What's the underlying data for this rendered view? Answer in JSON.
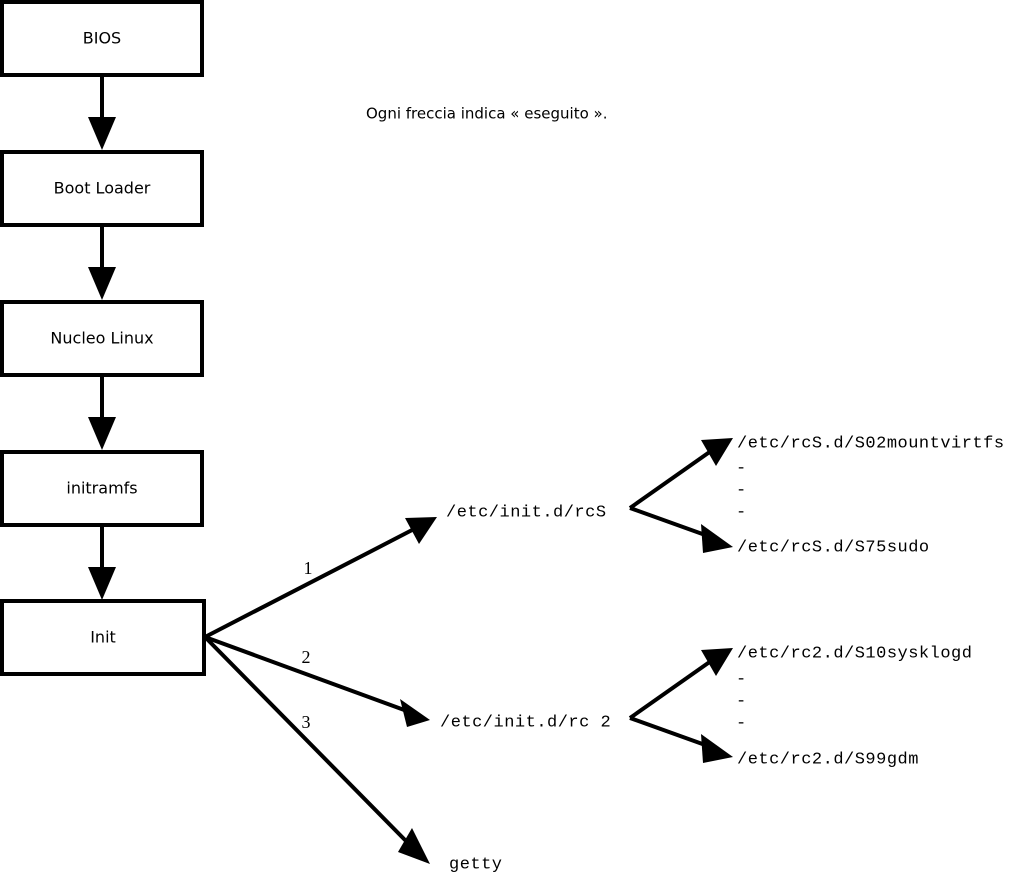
{
  "diagram": {
    "title": "Linux boot process flowchart",
    "caption": "Ogni freccia indica « eseguito ».",
    "colors": {
      "background": "#ffffff",
      "stroke": "#000000",
      "box_fill": "#ffffff"
    },
    "boxes": [
      {
        "id": "bios",
        "label": "BIOS"
      },
      {
        "id": "bootloader",
        "label": "Boot Loader"
      },
      {
        "id": "kernel",
        "label": "Nucleo Linux"
      },
      {
        "id": "initramfs",
        "label": "initramfs"
      },
      {
        "id": "init",
        "label": "Init"
      }
    ],
    "edge_numbers": [
      {
        "id": "edge-1",
        "label": "1"
      },
      {
        "id": "edge-2",
        "label": "2"
      },
      {
        "id": "edge-3",
        "label": "3"
      }
    ],
    "nodes": [
      {
        "id": "rcs",
        "label": "/etc/init.d/rcS"
      },
      {
        "id": "rc2",
        "label": "/etc/init.d/rc 2"
      },
      {
        "id": "getty",
        "label": "getty"
      },
      {
        "id": "rcs-first",
        "label": "/etc/rcS.d/S02mountvirtfs"
      },
      {
        "id": "rcs-last",
        "label": "/etc/rcS.d/S75sudo"
      },
      {
        "id": "rc2-first",
        "label": "/etc/rc2.d/S10sysklogd"
      },
      {
        "id": "rc2-last",
        "label": "/etc/rc2.d/S99gdm"
      }
    ],
    "ellipsis": {
      "mark": "-",
      "count": 3
    }
  }
}
